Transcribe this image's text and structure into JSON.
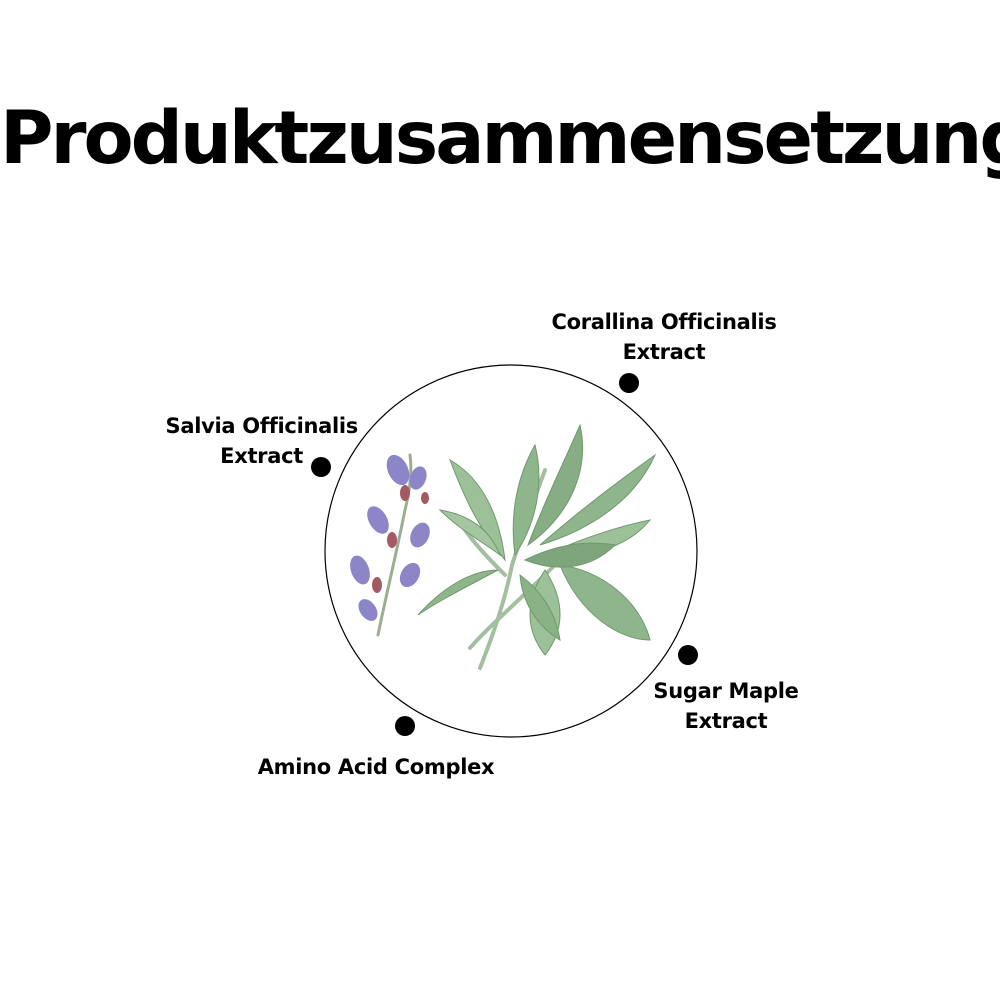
{
  "title": "Produktzusammensetzung",
  "ingredients": [
    {
      "line1": "Corallina Officinalis",
      "line2": "Extract"
    },
    {
      "line1": "Salvia Officinalis",
      "line2": "Extract"
    },
    {
      "line1": "Sugar Maple",
      "line2": "Extract"
    },
    {
      "line1": "Amino Acid Complex",
      "line2": ""
    }
  ],
  "illustration": {
    "icon": "sage-plant-illustration",
    "leaf_color": "#8fb58c",
    "flower_color": "#8c86c9",
    "stem_color": "#a3bfa0"
  },
  "colors": {
    "text": "#000000",
    "marker": "#000000",
    "circle_stroke": "#000000",
    "background": "#ffffff"
  }
}
